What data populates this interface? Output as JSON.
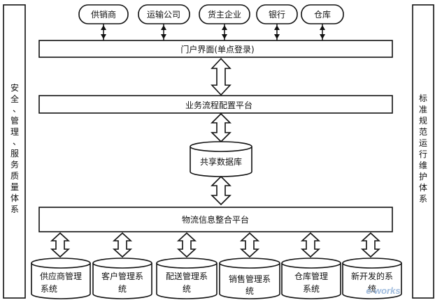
{
  "top_nodes": [
    "供销商",
    "运输公司",
    "货主企业",
    "银行",
    "仓库"
  ],
  "portal": "门户界面(单点登录)",
  "process_platform": "业务流程配置平台",
  "shared_db": "共享数据库",
  "logistics_platform": "物流信息整合平台",
  "systems": [
    [
      "供应商管理",
      "系统"
    ],
    [
      "客户管理系",
      "统"
    ],
    [
      "配送管理系",
      "统"
    ],
    [
      "销售管理系",
      "统"
    ],
    [
      "仓库管理",
      "系统"
    ],
    [
      "新开发的系",
      "统"
    ]
  ],
  "left_side": [
    "安",
    "全",
    "、",
    "管",
    "理",
    "、",
    "服",
    "务",
    "质",
    "量",
    "体",
    "系"
  ],
  "right_side": [
    "标",
    "准",
    "规",
    "范",
    "运",
    "行",
    "维",
    "护",
    "体",
    "系"
  ],
  "watermark": "e-works",
  "colors": {
    "line": "#111111",
    "watermark": "#8fb0d8"
  }
}
